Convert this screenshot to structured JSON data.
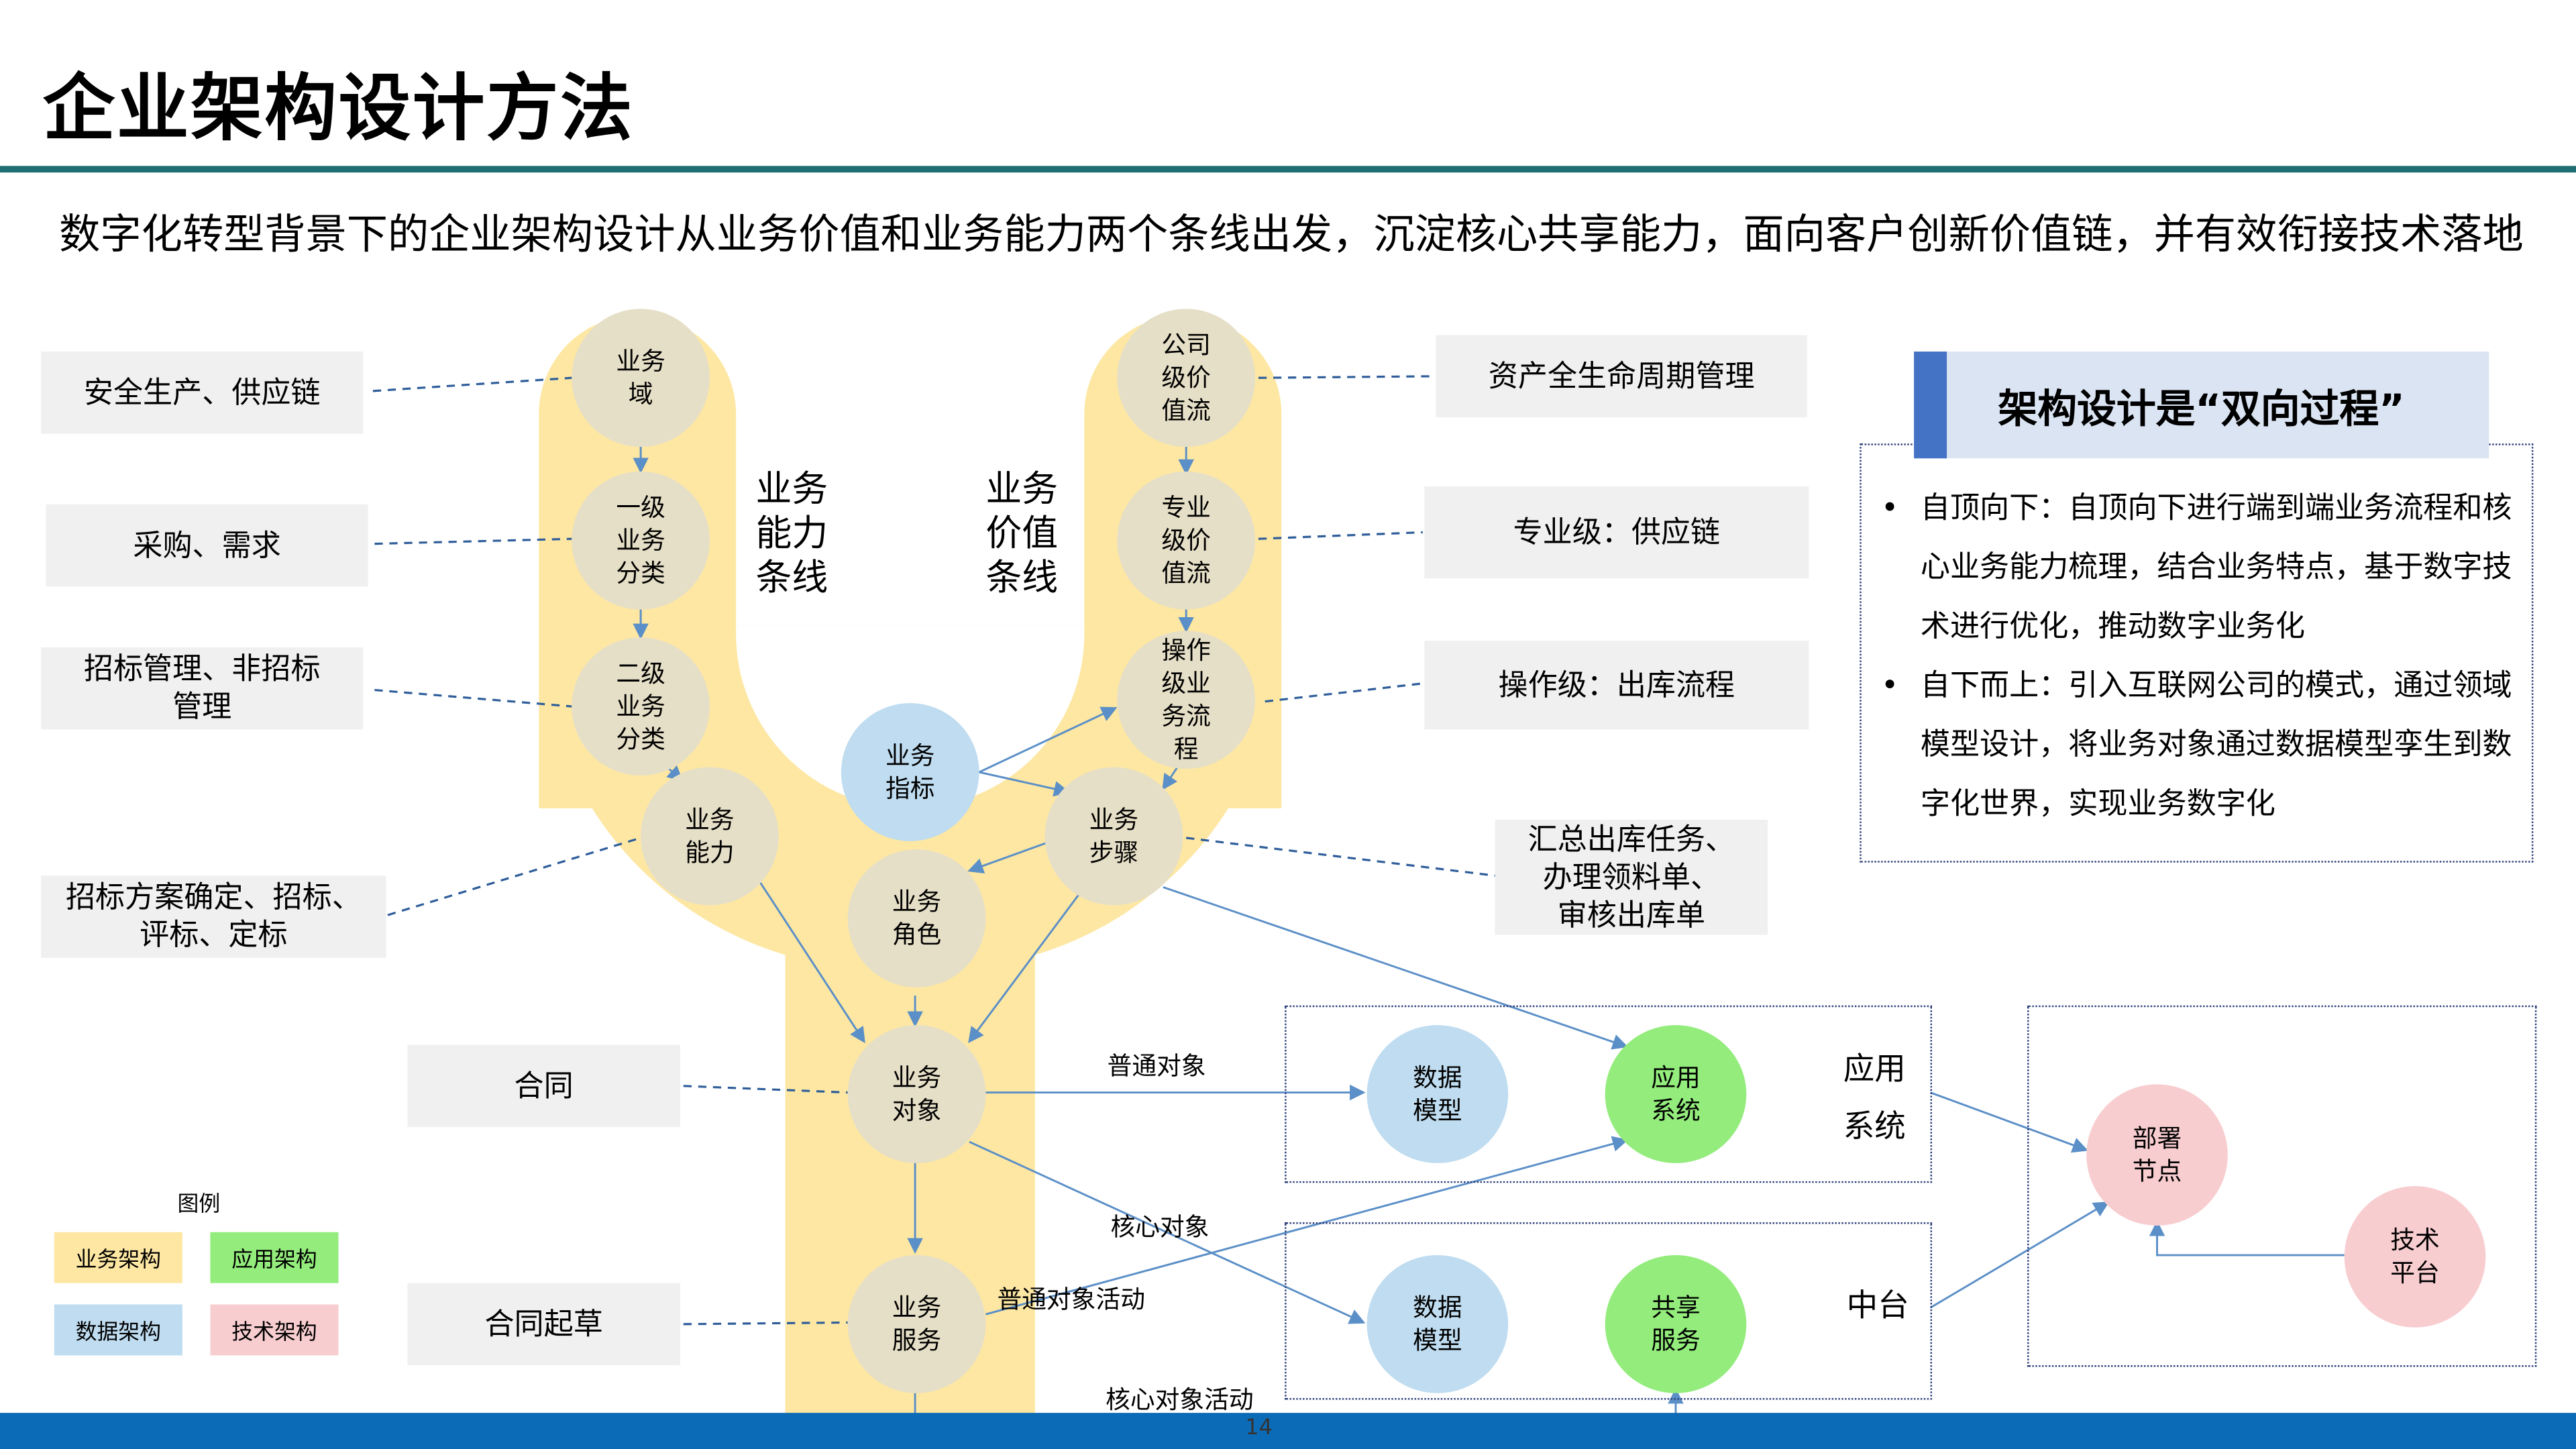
{
  "title": "企业架构设计方法",
  "subtitle": "数字化转型背景下的企业架构设计从业务价值和业务能力两个条线出发，沉淀核心共享能力，面向客户创新价值链，并有效衔接技术落地",
  "axes": {
    "capability": "业务\n能力\n条线",
    "value": "业务\n价值\n条线"
  },
  "nodes": {
    "biz_domain": "业务\n域",
    "l1_category": "一级\n业务\n分类",
    "l2_category": "二级\n业务\n分类",
    "biz_capability": "业务\n能力",
    "biz_indicator": "业务\n指标",
    "biz_role": "业务\n角色",
    "company_value": "公司\n级价\n值流",
    "pro_value": "专业\n级价\n值流",
    "ops_value": "操作\n级业\n务流\n程",
    "biz_step": "业务\n步骤",
    "biz_object": "业务\n对象",
    "biz_service": "业务\n服务",
    "data_model_1": "数据\n模型",
    "app_system": "应用\n系统",
    "data_model_2": "数据\n模型",
    "shared_service": "共享\n服务",
    "deploy_node": "部署\n节点",
    "tech_platform": "技术\n平台"
  },
  "examples": {
    "safety": "安全生产、供应链",
    "purchase": "采购、需求",
    "bidding": "招标管理、非招标\n管理",
    "bid_plan": "招标方案确定、招标、\n评标、定标",
    "contract": "合同",
    "contract_draft": "合同起草",
    "asset": "资产全生命周期管理",
    "pro_level": "专业级：供应链",
    "ops_level": "操作级：出库流程",
    "outbound": "汇总出库任务、\n办理领料单、\n审核出库单"
  },
  "edge_labels": {
    "normal_object": "普通对象",
    "core_object": "核心对象",
    "normal_activity": "普通对象活动",
    "core_activity": "核心对象活动"
  },
  "groups": {
    "app_system": "应用\n系统",
    "middle_platform": "中台"
  },
  "legend": {
    "title": "图例",
    "items": [
      {
        "label": "业务架构",
        "color": "#fde7a3"
      },
      {
        "label": "应用架构",
        "color": "#93ec7c"
      },
      {
        "label": "数据架构",
        "color": "#bfdcf0"
      },
      {
        "label": "技术架构",
        "color": "#f8cdd0"
      }
    ]
  },
  "callout": {
    "title": "架构设计是“双向过程”",
    "items": [
      "自顶向下：自顶向下进行端到端业务流程和核心业务能力梳理，结合业务特点，基于数字技术进行优化，推动数字业务化",
      "自下而上：引入互联网公司的模式，通过领域模型设计，将业务对象通过数据模型孪生到数字化世界，实现业务数字化"
    ]
  },
  "page_number": "14",
  "colors": {
    "accent": "#1f6f72",
    "footer": "#0c6bb6",
    "band": "#fde7a3",
    "line": "#5b8fc7"
  }
}
